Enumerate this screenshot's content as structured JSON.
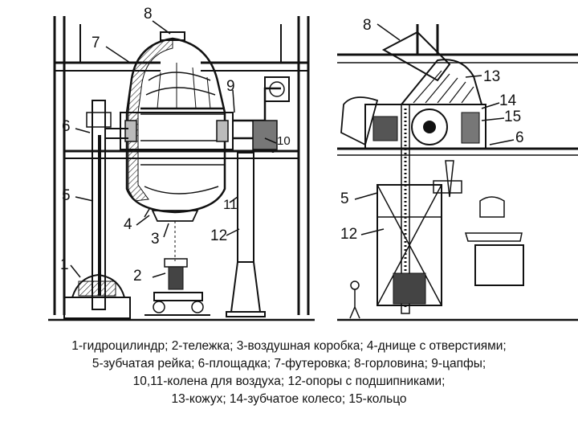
{
  "callouts": {
    "left": {
      "n8": "8",
      "n7": "7",
      "n9": "9",
      "n6": "6",
      "n10": "10",
      "n5": "5",
      "n4": "4",
      "n11": "11",
      "n3": "3",
      "n12": "12",
      "n1": "1",
      "n2": "2"
    },
    "right": {
      "n8": "8",
      "n13": "13",
      "n14": "14",
      "n15": "15",
      "n6": "6",
      "n5": "5",
      "n12": "12"
    }
  },
  "caption": {
    "line1": "1-гидроцилиндр; 2-тележка; 3-воздушная коробка; 4-днище с отверстиями;",
    "line2": "5-зубчатая рейка; 6-площадка; 7-футеровка; 8-горловина; 9-цапфы;",
    "line3": "10,11-колена для воздуха; 12-опоры с подшипниками;",
    "line4": "13-кожух; 14-зубчатое колесо; 15-кольцо"
  }
}
